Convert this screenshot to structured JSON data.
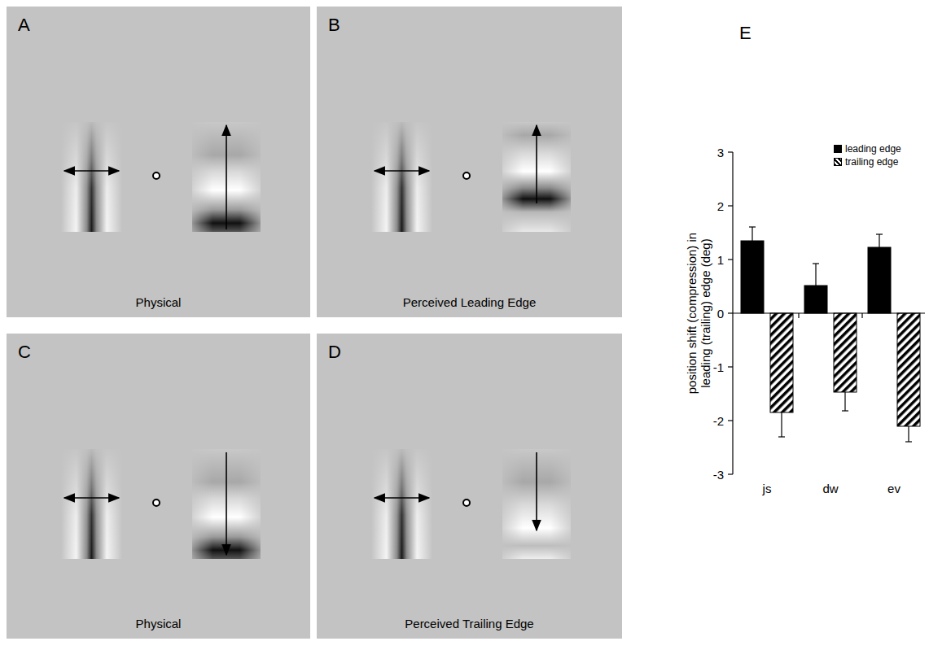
{
  "diagram": {
    "nodes": [
      {
        "text": [
          "A",
          "Physical"
        ]
      },
      {
        "text": [
          "B",
          "Perceived Leading Edge"
        ]
      },
      {
        "text": [
          "C",
          "Physical"
        ]
      },
      {
        "text": [
          "D",
          "Perceived Trailing Edge"
        ]
      }
    ],
    "labels": [
      "E",
      "position shift (compression) in leading (trailing) edge (deg)",
      "3",
      "2",
      "1",
      "0",
      "-1",
      "-2",
      "-3",
      "js",
      "dw",
      "ev"
    ],
    "legend": [
      {
        "text": "leading edge",
        "color": "#000000"
      },
      {
        "text": "trailing edge"
      }
    ]
  }
}
